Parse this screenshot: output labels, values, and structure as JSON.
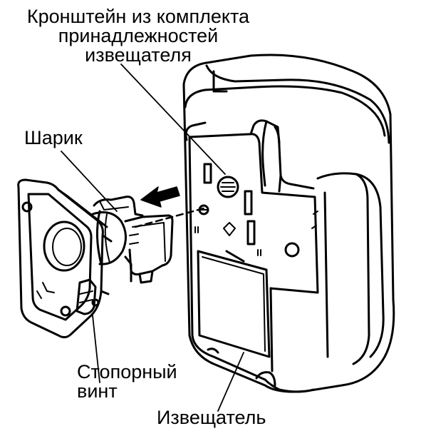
{
  "labels": {
    "bracket": {
      "line1": "Кронштейн из комплекта",
      "line2": "принадлежностей",
      "line3": "извещателя"
    },
    "ball": "Шарик",
    "screw": {
      "line1": "Стопорный",
      "line2": "винт"
    },
    "detector": "Извещатель"
  },
  "colors": {
    "line": "#000000",
    "background": "#ffffff"
  }
}
